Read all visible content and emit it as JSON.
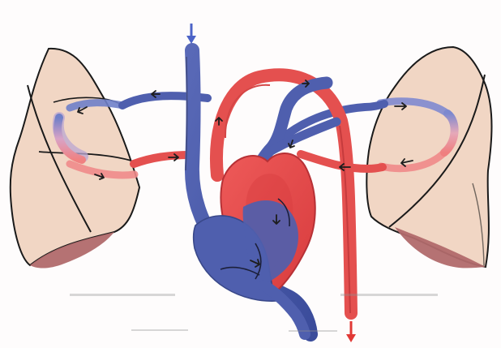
{
  "diagram": {
    "colors": {
      "background": "#fefcfc",
      "deoxygenated": "#4f5fae",
      "oxygenated": "#e4504f",
      "lung_fill": "#f1d6c4",
      "lung_base": "#b16a6c",
      "outline": "#1a1a1a"
    },
    "icons": {
      "flow_arrow": "open-arrowhead",
      "inflow_arrow": "down-arrow",
      "outflow_arrow": "down-arrow"
    }
  }
}
